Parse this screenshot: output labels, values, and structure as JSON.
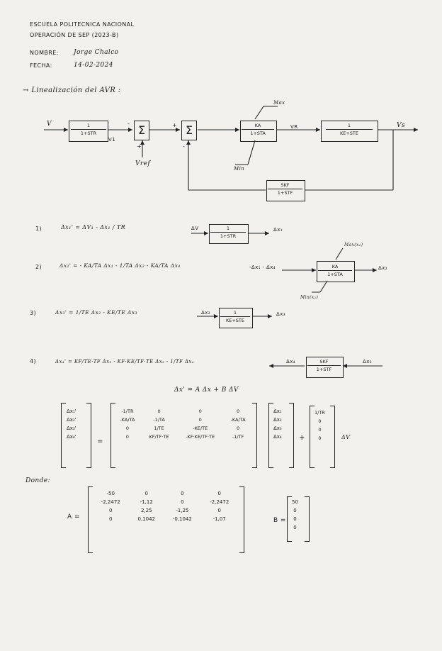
{
  "header": {
    "line1": "ESCUELA POLITECNICA NACIONAL",
    "line2": "OPERACIÓN DE SEP (2023-B)",
    "nombre_label": "NOMBRE:",
    "nombre_value": "Jorge Chalco",
    "fecha_label": "FECHA:",
    "fecha_value": "14-02-2024"
  },
  "section_title": "→ Linealización del AVR :",
  "diagram": {
    "in_label": "V",
    "b1_num": "1",
    "b1_den": "1+STR",
    "v1_label": "V1",
    "vref_label": "Vref",
    "sum_symbol": "Σ",
    "plus": "+",
    "minus": "-",
    "b2_num": "KA",
    "b2_den": "1+STA",
    "max_label": "Max",
    "min_label": "Min",
    "vr_label": "VR",
    "b3_num": "1",
    "b3_den": "KE+STE",
    "out_label": "Vs",
    "fb_num": "SKF",
    "fb_den": "1+STF"
  },
  "equations": [
    {
      "num": "1)",
      "lhs": "Δx₁' = ΔV₁ - Δx₁ / TR",
      "blk_in": "ΔV",
      "blk_num": "1",
      "blk_den": "1+STR",
      "blk_out": "Δx₁"
    },
    {
      "num": "2)",
      "lhs": "Δx₂' = - KA/TA Δx₁ - 1/TA Δx₂ - KA/TA Δx₄",
      "blk_in": "-Δx₁ - Δx₄",
      "blk_num": "KA",
      "blk_den": "1+STA",
      "blk_out": "Δx₂",
      "max": "Max(x₂)",
      "min": "Min(x₂)"
    },
    {
      "num": "3)",
      "lhs": "Δx₃' = 1/TE Δx₂ - KE/TE Δx₃",
      "blk_in": "Δx₂",
      "blk_num": "1",
      "blk_den": "KE+STE",
      "blk_out": "Δx₃"
    },
    {
      "num": "4)",
      "lhs": "Δx₄' = KF/TE·TF Δx₂ - KF·KE/TF·TE Δx₃ - 1/TF Δx₄",
      "blk_in": "Δx₄",
      "blk_num": "SKF",
      "blk_den": "1+STF",
      "blk_out": "Δx₃"
    }
  ],
  "state_eq": "Δx' = A Δx + B ΔV",
  "xdot_vec": [
    "Δx₁'",
    "Δx₂'",
    "Δx₃'",
    "Δx₄'"
  ],
  "A_sym": [
    [
      "-1/TR",
      "0",
      "0",
      "0"
    ],
    [
      "-KA/TA",
      "-1/TA",
      "0",
      "-KA/TA"
    ],
    [
      "0",
      "1/TE",
      "-KE/TE",
      "0"
    ],
    [
      "0",
      "KF/TF·TE",
      "-KF·KE/TF·TE",
      "-1/TF"
    ]
  ],
  "x_vec": [
    "Δx₁",
    "Δx₂",
    "Δx₃",
    "Δx₄"
  ],
  "B_sym": [
    "1/TR",
    "0",
    "0",
    "0"
  ],
  "dv_label": "ΔV",
  "eq_sign": "=",
  "plus_sign": "+",
  "donde": "Donde:",
  "A_label": "A =",
  "A_num": [
    [
      "-50",
      "0",
      "0",
      "0"
    ],
    [
      "-2,2472",
      "-1,12",
      "0",
      "-2,2472"
    ],
    [
      "0",
      "2,25",
      "-1,25",
      "0"
    ],
    [
      "0",
      "0,1042",
      "-0,1042",
      "-1,07"
    ]
  ],
  "B_label": "B =",
  "B_num": [
    "50",
    "0",
    "0",
    "0"
  ]
}
